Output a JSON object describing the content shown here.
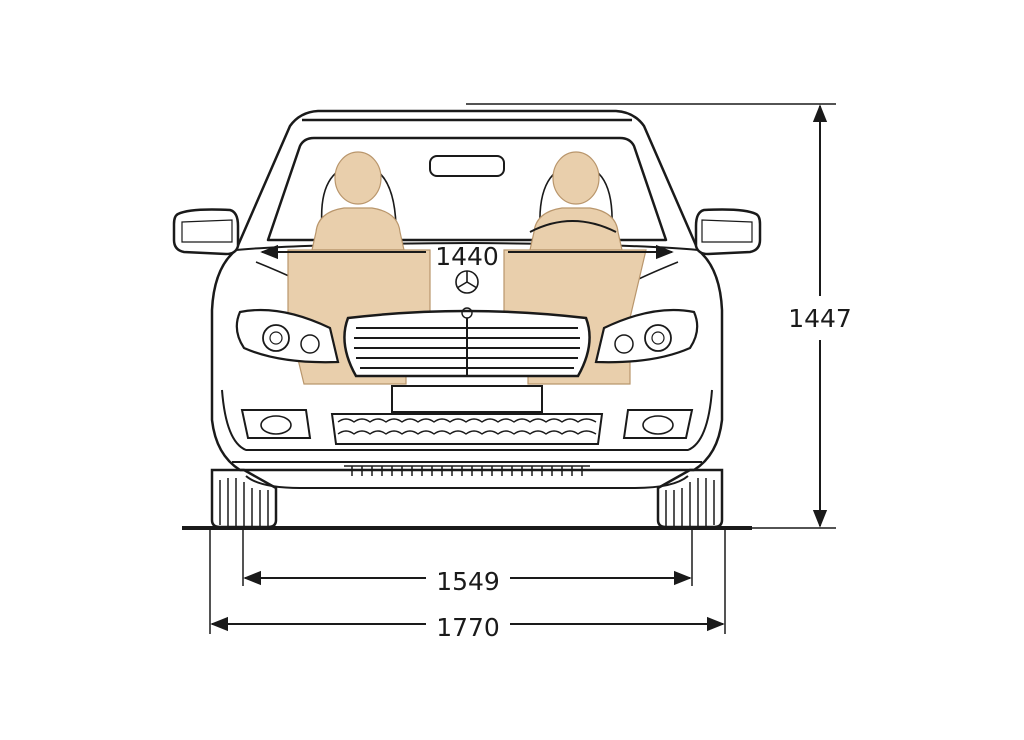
{
  "dimensions": {
    "shoulder_room": "1440",
    "height": "1447",
    "track": "1549",
    "width": "1770"
  },
  "colors": {
    "line": "#1a1a1a",
    "occupant_fill": "#e9cfac",
    "occupant_stroke": "#b9966c",
    "background": "#ffffff"
  }
}
